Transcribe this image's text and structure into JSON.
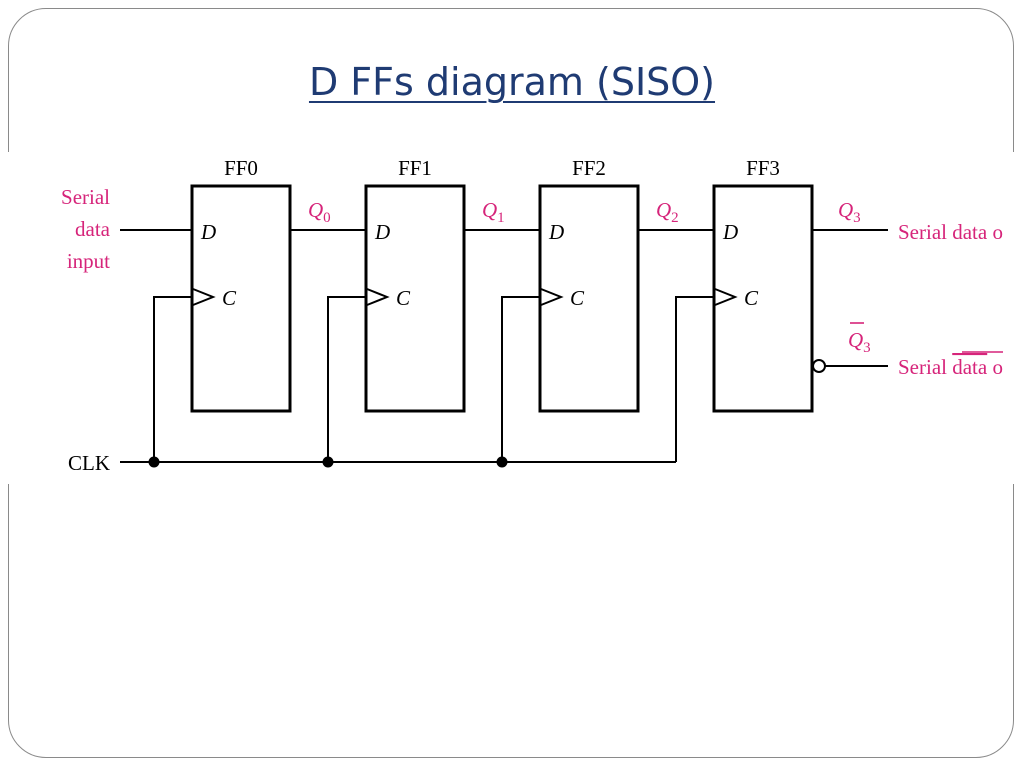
{
  "slide": {
    "title": "D FFs diagram (SISO)"
  },
  "diagram": {
    "flipflops": [
      {
        "name": "FF0",
        "d_pin": "D",
        "c_pin": "C",
        "output_var": "Q",
        "output_sub": "0"
      },
      {
        "name": "FF1",
        "d_pin": "D",
        "c_pin": "C",
        "output_var": "Q",
        "output_sub": "1"
      },
      {
        "name": "FF2",
        "d_pin": "D",
        "c_pin": "C",
        "output_var": "Q",
        "output_sub": "2"
      },
      {
        "name": "FF3",
        "d_pin": "D",
        "c_pin": "C",
        "output_var": "Q",
        "output_sub": "3"
      }
    ],
    "input_label": [
      "Serial",
      "data",
      "input"
    ],
    "clock_label": "CLK",
    "q3_bar_var": "Q",
    "q3_bar_sub": "3",
    "output_label": "Serial data o",
    "inverted_output_prefix": "Serial ",
    "inverted_output_overlined": "data",
    "inverted_output_suffix": " o",
    "colors": {
      "wire": "#000000",
      "signal_label": "#d6247a",
      "title": "#1f3b73"
    }
  }
}
